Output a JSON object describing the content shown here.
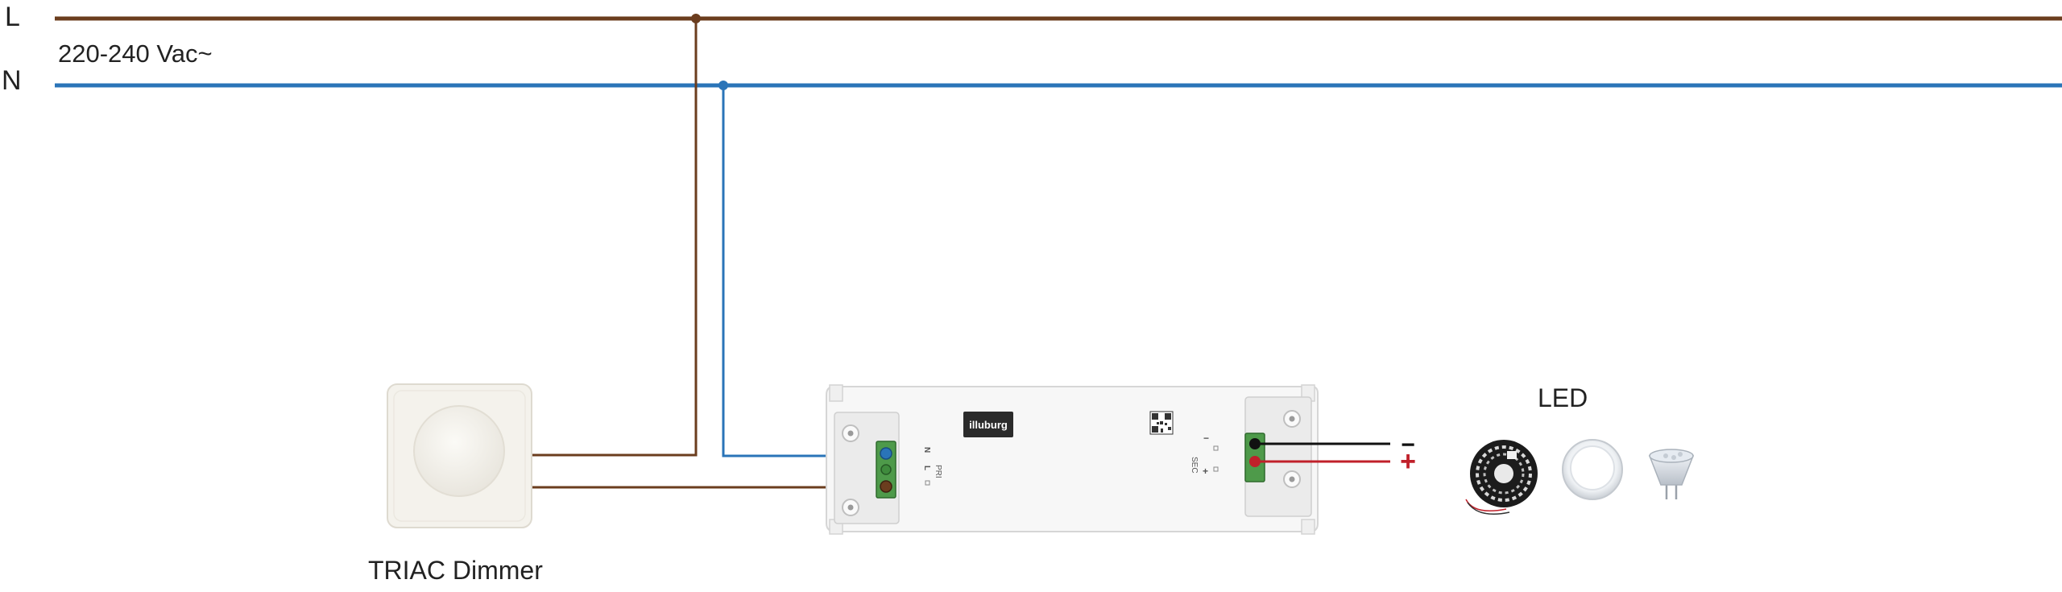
{
  "lines": {
    "live": {
      "label": "L",
      "color": "#6b3d1e"
    },
    "neutral": {
      "label": "N",
      "color": "#2a74b8"
    },
    "voltage": "220-240 Vac~"
  },
  "dimmer": {
    "label": "TRIAC Dimmer"
  },
  "driver": {
    "brand": "illuburg",
    "input_label": "PRI",
    "input_terminals": [
      "N",
      "L"
    ],
    "output_label": "SEC",
    "output_terminals": [
      "−",
      "+"
    ]
  },
  "output_wires": {
    "negative_color": "#111111",
    "positive_color": "#c0202a"
  },
  "output_polarity": {
    "negative": "−",
    "positive": "+"
  },
  "load": {
    "label": "LED",
    "icons": [
      "led-strip-icon",
      "downlight-icon",
      "spot-lamp-icon"
    ]
  }
}
